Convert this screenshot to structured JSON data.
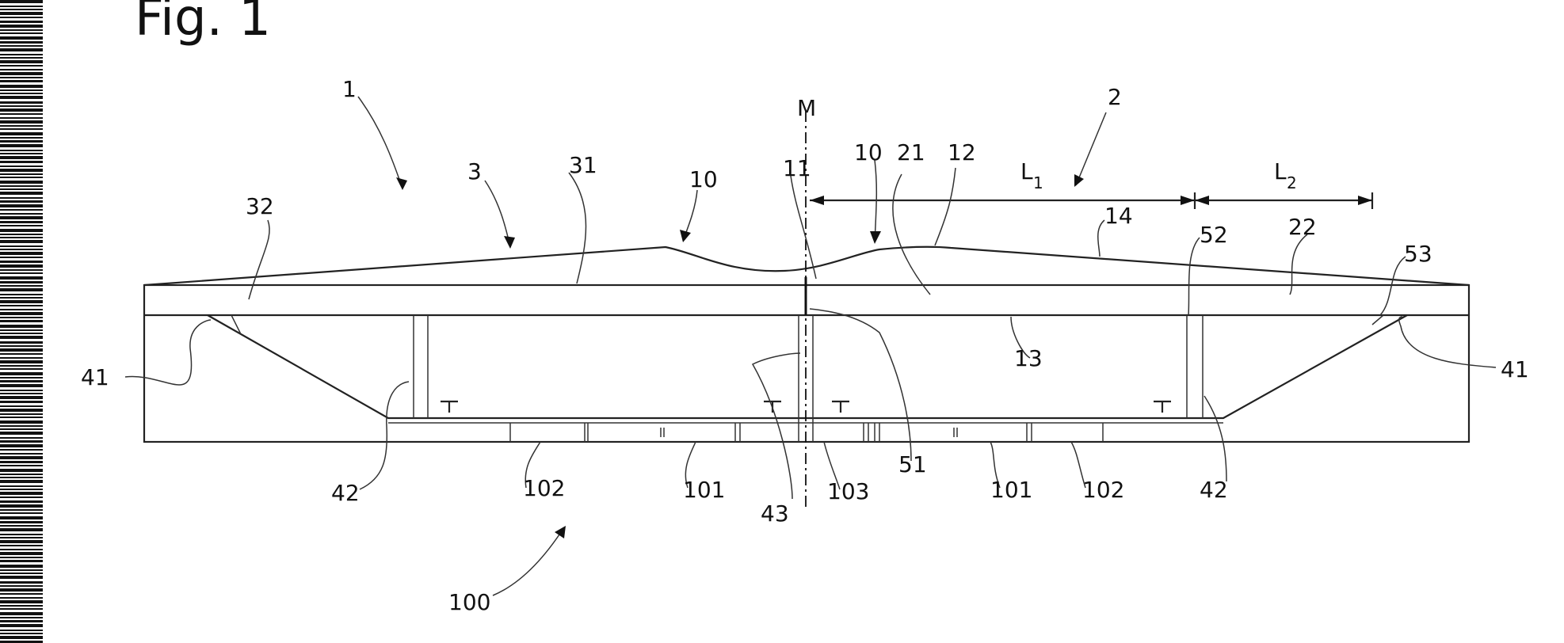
{
  "figure": {
    "title": "Fig. 1"
  },
  "labels": {
    "n1": "1",
    "n2": "2",
    "n3": "3",
    "n10a": "10",
    "n10b": "10",
    "n11": "11",
    "n12": "12",
    "n13": "13",
    "n14": "14",
    "n21": "21",
    "n22": "22",
    "n31": "31",
    "n32": "32",
    "n41a": "41",
    "n41b": "41",
    "n42a": "42",
    "n42b": "42",
    "n43": "43",
    "n51": "51",
    "n52": "52",
    "n53": "53",
    "n100": "100",
    "n101a": "101",
    "n101b": "101",
    "n102a": "102",
    "n102b": "102",
    "n103": "103",
    "axis_M": "M",
    "L1_main": "L",
    "L1_sub": "1",
    "L2_main": "L",
    "L2_sub": "2"
  }
}
